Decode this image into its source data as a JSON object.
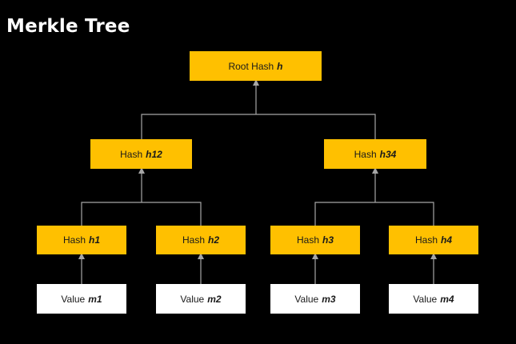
{
  "title": "Merkle Tree",
  "colors": {
    "hash_fill": "#ffc000",
    "value_fill": "#ffffff",
    "connector": "#a6a6a6",
    "background": "#000000"
  },
  "nodes": {
    "root": {
      "label": "Root Hash",
      "var": "h"
    },
    "h12": {
      "label": "Hash",
      "var": "h12"
    },
    "h34": {
      "label": "Hash",
      "var": "h34"
    },
    "h1": {
      "label": "Hash",
      "var": "h1"
    },
    "h2": {
      "label": "Hash",
      "var": "h2"
    },
    "h3": {
      "label": "Hash",
      "var": "h3"
    },
    "h4": {
      "label": "Hash",
      "var": "h4"
    }
  },
  "values": {
    "m1": {
      "label": "Value",
      "var": "m1"
    },
    "m2": {
      "label": "Value",
      "var": "m2"
    },
    "m3": {
      "label": "Value",
      "var": "m3"
    },
    "m4": {
      "label": "Value",
      "var": "m4"
    }
  }
}
